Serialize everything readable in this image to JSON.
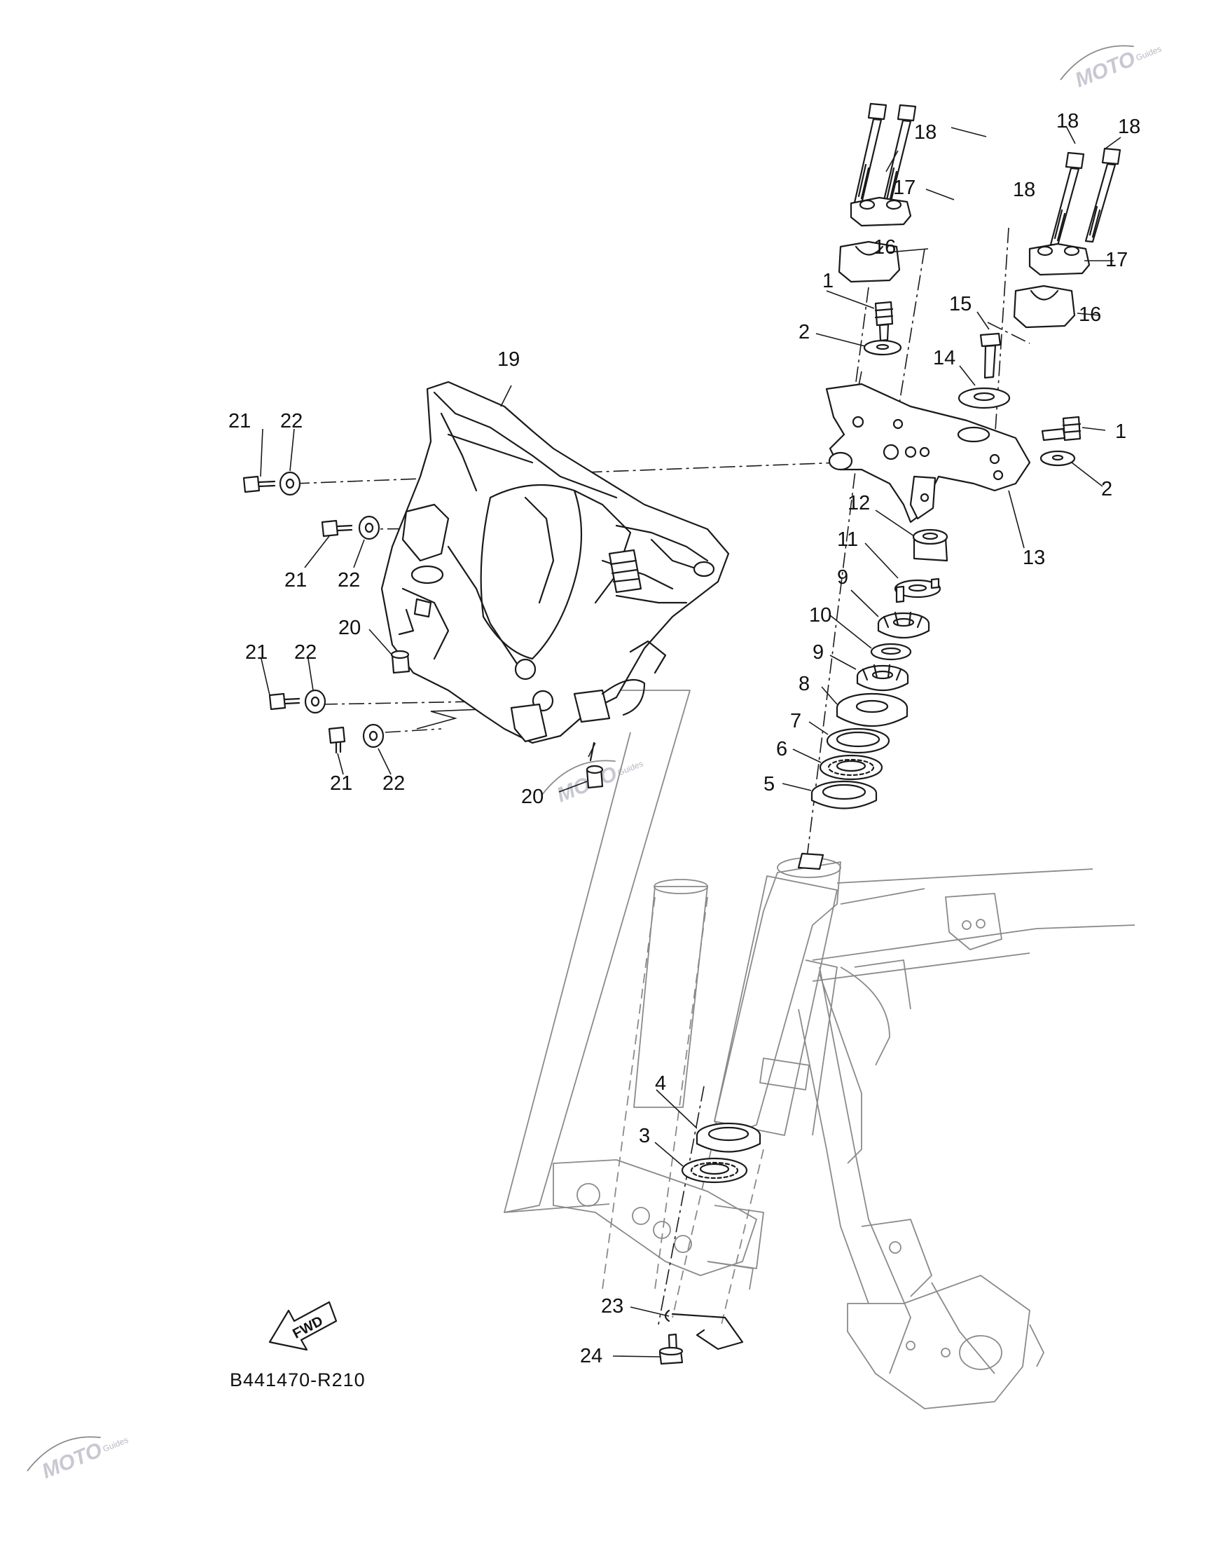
{
  "diagram": {
    "code": "B441470-R210",
    "fwd_label": "FWD",
    "watermark": {
      "brand": "MOTO",
      "sub": "Guides"
    },
    "callouts": [
      {
        "id": "c1a",
        "text": "1"
      },
      {
        "id": "c1b",
        "text": "1"
      },
      {
        "id": "c2a",
        "text": "2"
      },
      {
        "id": "c2b",
        "text": "2"
      },
      {
        "id": "c3",
        "text": "3"
      },
      {
        "id": "c4",
        "text": "4"
      },
      {
        "id": "c5",
        "text": "5"
      },
      {
        "id": "c6",
        "text": "6"
      },
      {
        "id": "c7",
        "text": "7"
      },
      {
        "id": "c8",
        "text": "8"
      },
      {
        "id": "c9a",
        "text": "9"
      },
      {
        "id": "c9b",
        "text": "9"
      },
      {
        "id": "c10",
        "text": "10"
      },
      {
        "id": "c11",
        "text": "11"
      },
      {
        "id": "c12",
        "text": "12"
      },
      {
        "id": "c13",
        "text": "13"
      },
      {
        "id": "c14",
        "text": "14"
      },
      {
        "id": "c15",
        "text": "15"
      },
      {
        "id": "c16a",
        "text": "16"
      },
      {
        "id": "c16b",
        "text": "16"
      },
      {
        "id": "c17a",
        "text": "17"
      },
      {
        "id": "c17b",
        "text": "17"
      },
      {
        "id": "c18a",
        "text": "18"
      },
      {
        "id": "c18b",
        "text": "18"
      },
      {
        "id": "c18c",
        "text": "18"
      },
      {
        "id": "c18d",
        "text": "18"
      },
      {
        "id": "c19",
        "text": "19"
      },
      {
        "id": "c20a",
        "text": "20"
      },
      {
        "id": "c20b",
        "text": "20"
      },
      {
        "id": "c21a",
        "text": "21"
      },
      {
        "id": "c21b",
        "text": "21"
      },
      {
        "id": "c21c",
        "text": "21"
      },
      {
        "id": "c21d",
        "text": "21"
      },
      {
        "id": "c22a",
        "text": "22"
      },
      {
        "id": "c22b",
        "text": "22"
      },
      {
        "id": "c22c",
        "text": "22"
      },
      {
        "id": "c22d",
        "text": "22"
      },
      {
        "id": "c23",
        "text": "23"
      },
      {
        "id": "c24",
        "text": "24"
      }
    ]
  }
}
